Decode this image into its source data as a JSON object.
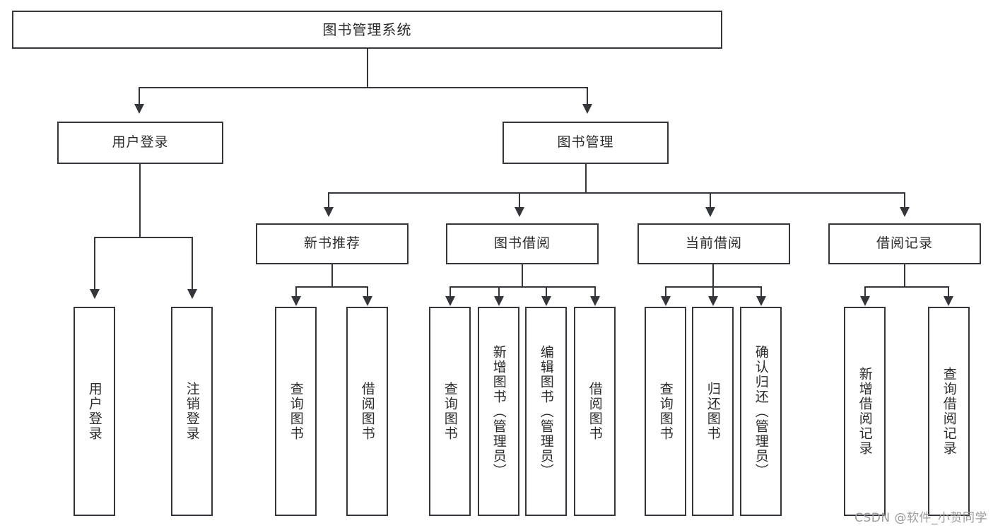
{
  "diagram": {
    "title": "图书管理系统",
    "root": {
      "label": "图书管理系统"
    },
    "level2": [
      {
        "label": "用户登录"
      },
      {
        "label": "图书管理"
      }
    ],
    "level3": [
      {
        "label": "新书推荐"
      },
      {
        "label": "图书借阅"
      },
      {
        "label": "当前借阅"
      },
      {
        "label": "借阅记录"
      }
    ],
    "leaves": {
      "user_login": [
        {
          "label": "用户登录"
        },
        {
          "label": "注销登录"
        }
      ],
      "new_book": [
        {
          "label": "查询图书"
        },
        {
          "label": "借阅图书"
        }
      ],
      "book_borrow": [
        {
          "label": "查询图书"
        },
        {
          "label": "新增图书（管理员）"
        },
        {
          "label": "编辑图书（管理员）"
        },
        {
          "label": "借阅图书"
        }
      ],
      "current_borrow": [
        {
          "label": "查询图书"
        },
        {
          "label": "归还图书"
        },
        {
          "label": "确认归还（管理员）"
        }
      ],
      "borrow_record": [
        {
          "label": "新增借阅记录"
        },
        {
          "label": "查询借阅记录"
        }
      ]
    }
  },
  "watermark": {
    "text": "CSDN @软件_小贺同学"
  },
  "colors": {
    "stroke": "#33363b",
    "text": "#2b2b2b",
    "background": "#ffffff",
    "watermark": "#9b9b9b"
  }
}
